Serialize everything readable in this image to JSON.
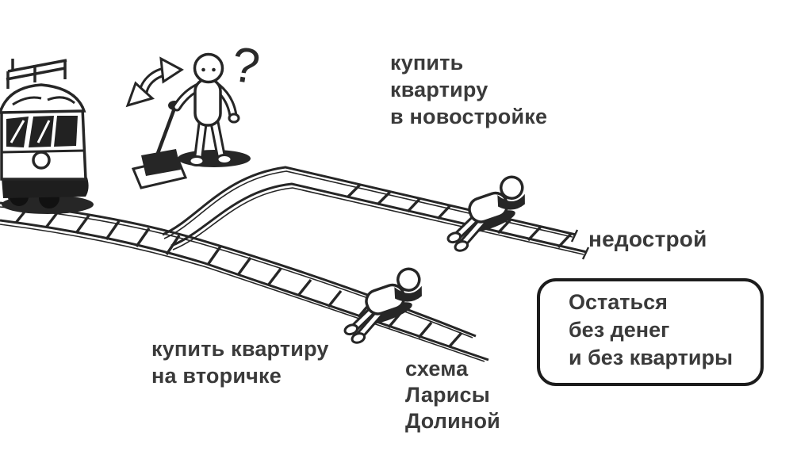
{
  "labels": {
    "top_choice": "купить\nквартиру\nв новостройке",
    "top_outcome": "недострой",
    "bottom_choice": "купить квартиру\nна вторичке",
    "caption": "схема\nЛарисы\nДолиной",
    "box_outcome": "Остаться\nбез денег\nи без квартиры",
    "question_mark": "?"
  },
  "icons": {
    "switch_arrow": "curved-double-headed-arrow",
    "question_mark": "?"
  },
  "colors": {
    "ink": "#262626",
    "text": "#3a3a3a",
    "background": "#ffffff"
  }
}
